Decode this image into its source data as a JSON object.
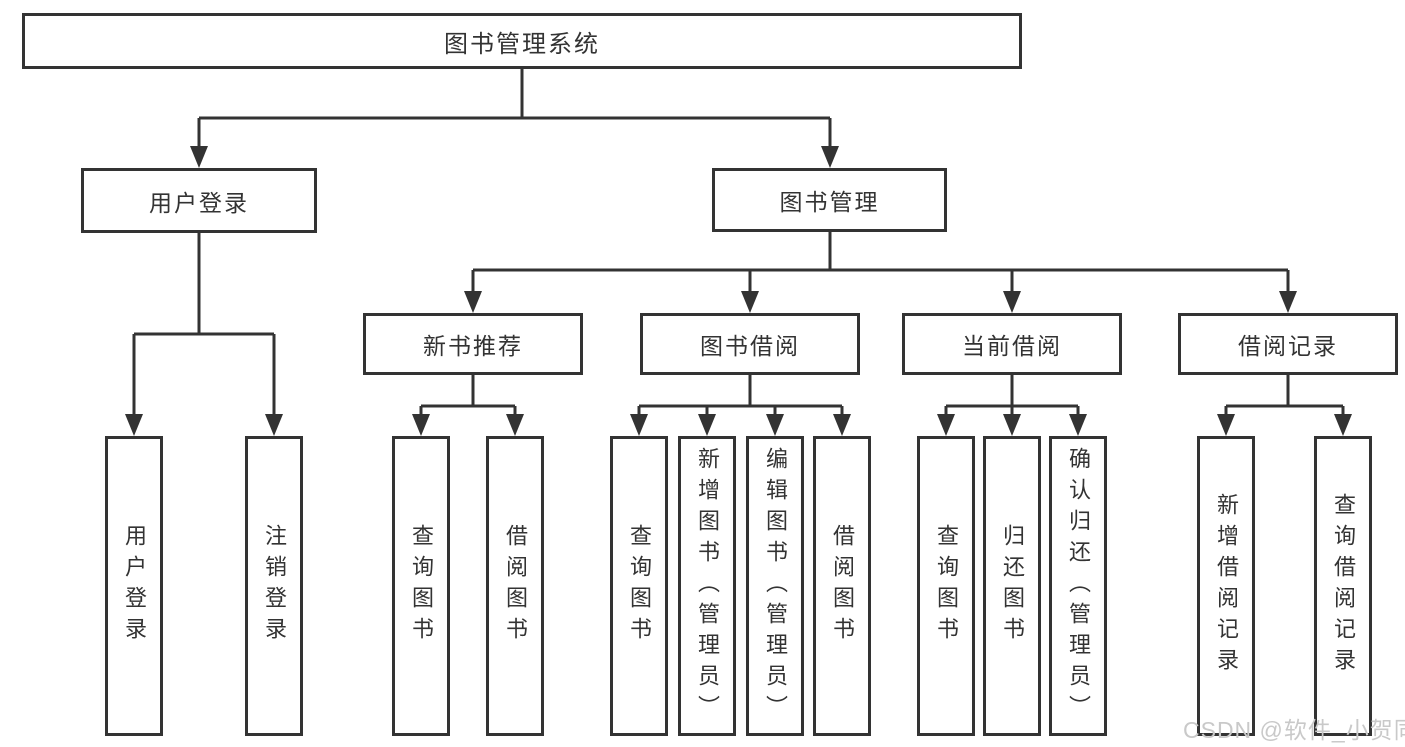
{
  "tree": {
    "root": {
      "label": "图书管理系统"
    },
    "level2": [
      {
        "label": "用户登录",
        "leaves": [
          "用户登录",
          "注销登录"
        ]
      },
      {
        "label": "图书管理",
        "children": [
          {
            "label": "新书推荐",
            "leaves": [
              "查询图书",
              "借阅图书"
            ]
          },
          {
            "label": "图书借阅",
            "leaves": [
              "查询图书",
              "新增图书（管理员）",
              "编辑图书（管理员）",
              "借阅图书"
            ]
          },
          {
            "label": "当前借阅",
            "leaves": [
              "查询图书",
              "归还图书",
              "确认归还（管理员）"
            ]
          },
          {
            "label": "借阅记录",
            "leaves": [
              "新增借阅记录",
              "查询借阅记录"
            ]
          }
        ]
      }
    ]
  },
  "watermark": "CSDN @软件_小贺同学",
  "colors": {
    "line": "#333333",
    "text": "#333333",
    "watermark": "#c9c9c9",
    "background": "#ffffff"
  }
}
